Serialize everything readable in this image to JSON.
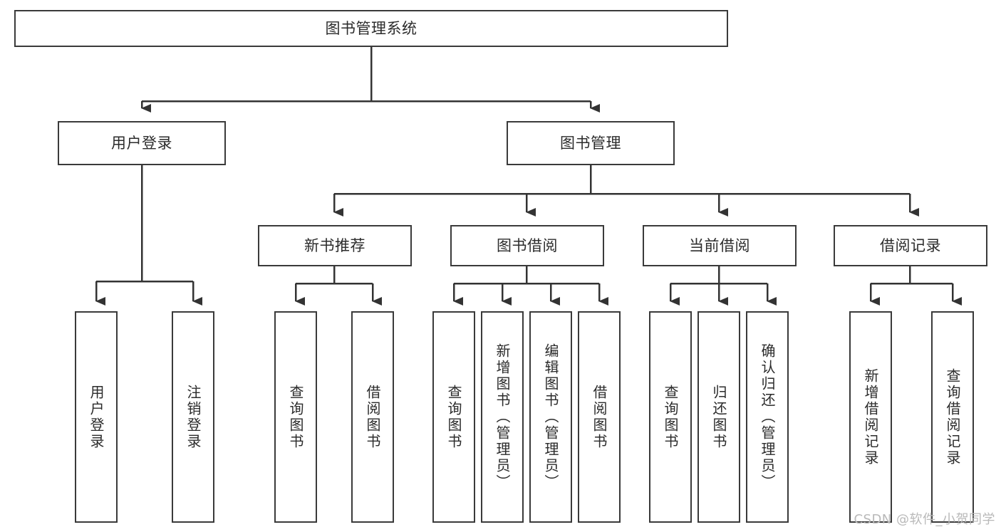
{
  "diagram": {
    "type": "tree-hierarchy-flowchart",
    "title": "图书管理系统",
    "watermark": "CSDN @软件_小贺同学",
    "colors": {
      "box_border": "#3a3a3a",
      "box_fill": "#ffffff",
      "connector": "#333333",
      "text": "#2b2b2b",
      "watermark": "#b9b9b9",
      "background": "#ffffff"
    },
    "levels": [
      {
        "level": 1,
        "nodes": [
          {
            "id": "root",
            "label": "图书管理系统",
            "orientation": "horizontal"
          }
        ]
      },
      {
        "level": 2,
        "nodes": [
          {
            "id": "user-login",
            "label": "用户登录",
            "orientation": "horizontal",
            "parent": "root"
          },
          {
            "id": "book-manage",
            "label": "图书管理",
            "orientation": "horizontal",
            "parent": "root"
          }
        ]
      },
      {
        "level": 3,
        "nodes": [
          {
            "id": "new-book-rec",
            "label": "新书推荐",
            "orientation": "horizontal",
            "parent": "book-manage"
          },
          {
            "id": "book-borrow",
            "label": "图书借阅",
            "orientation": "horizontal",
            "parent": "book-manage"
          },
          {
            "id": "current-borrow",
            "label": "当前借阅",
            "orientation": "horizontal",
            "parent": "book-manage"
          },
          {
            "id": "borrow-record",
            "label": "借阅记录",
            "orientation": "horizontal",
            "parent": "book-manage"
          }
        ]
      },
      {
        "level": 4,
        "nodes": [
          {
            "id": "leaf-user-login",
            "label": "用户登录",
            "orientation": "vertical",
            "parent": "user-login"
          },
          {
            "id": "leaf-logout",
            "label": "注销登录",
            "orientation": "vertical",
            "parent": "user-login"
          },
          {
            "id": "leaf-query-book-1",
            "label": "查询图书",
            "orientation": "vertical",
            "parent": "new-book-rec"
          },
          {
            "id": "leaf-borrow-book-1",
            "label": "借阅图书",
            "orientation": "vertical",
            "parent": "new-book-rec"
          },
          {
            "id": "leaf-query-book-2",
            "label": "查询图书",
            "orientation": "vertical",
            "parent": "book-borrow"
          },
          {
            "id": "leaf-add-book",
            "label": "新增图书（管理员）",
            "orientation": "vertical",
            "parent": "book-borrow"
          },
          {
            "id": "leaf-edit-book",
            "label": "编辑图书（管理员）",
            "orientation": "vertical",
            "parent": "book-borrow"
          },
          {
            "id": "leaf-borrow-book-2",
            "label": "借阅图书",
            "orientation": "vertical",
            "parent": "book-borrow"
          },
          {
            "id": "leaf-query-book-3",
            "label": "查询图书",
            "orientation": "vertical",
            "parent": "current-borrow"
          },
          {
            "id": "leaf-return-book",
            "label": "归还图书",
            "orientation": "vertical",
            "parent": "current-borrow"
          },
          {
            "id": "leaf-confirm-return",
            "label": "确认归还（管理员）",
            "orientation": "vertical",
            "parent": "current-borrow"
          },
          {
            "id": "leaf-add-record",
            "label": "新增借阅记录",
            "orientation": "vertical",
            "parent": "borrow-record"
          },
          {
            "id": "leaf-query-record",
            "label": "查询借阅记录",
            "orientation": "vertical",
            "parent": "borrow-record"
          }
        ]
      }
    ]
  }
}
